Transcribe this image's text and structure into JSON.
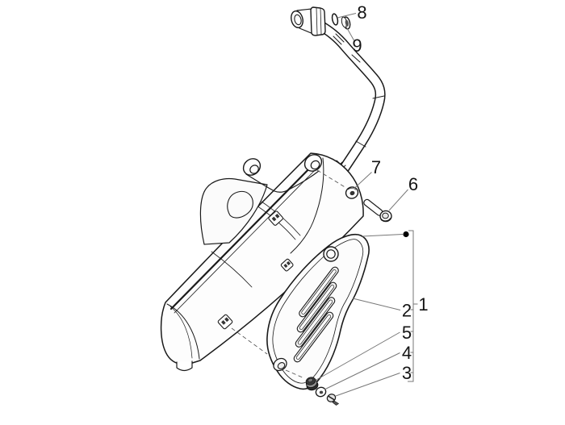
{
  "figure": {
    "subject": "exhaust-muffler-assembly-parts-diagram",
    "background_color": "#ffffff",
    "line_color": "#1a1a1a",
    "callout_line_color": "#777777",
    "label_color": "#141414",
    "callouts": {
      "c1": {
        "label": "1",
        "part": "exhaust-assembly-complete"
      },
      "c2": {
        "label": "2",
        "part": "heat-shield-cover"
      },
      "c3": {
        "label": "3",
        "part": "screw"
      },
      "c4": {
        "label": "4",
        "part": "washer"
      },
      "c5": {
        "label": "5",
        "part": "rubber-grommet"
      },
      "c6": {
        "label": "6",
        "part": "socket-head-bolt"
      },
      "c7": {
        "label": "7",
        "part": "flanged-washer"
      },
      "c8": {
        "label": "8",
        "part": "retaining-clip"
      },
      "c9": {
        "label": "9",
        "part": "gasket-ring"
      }
    }
  }
}
